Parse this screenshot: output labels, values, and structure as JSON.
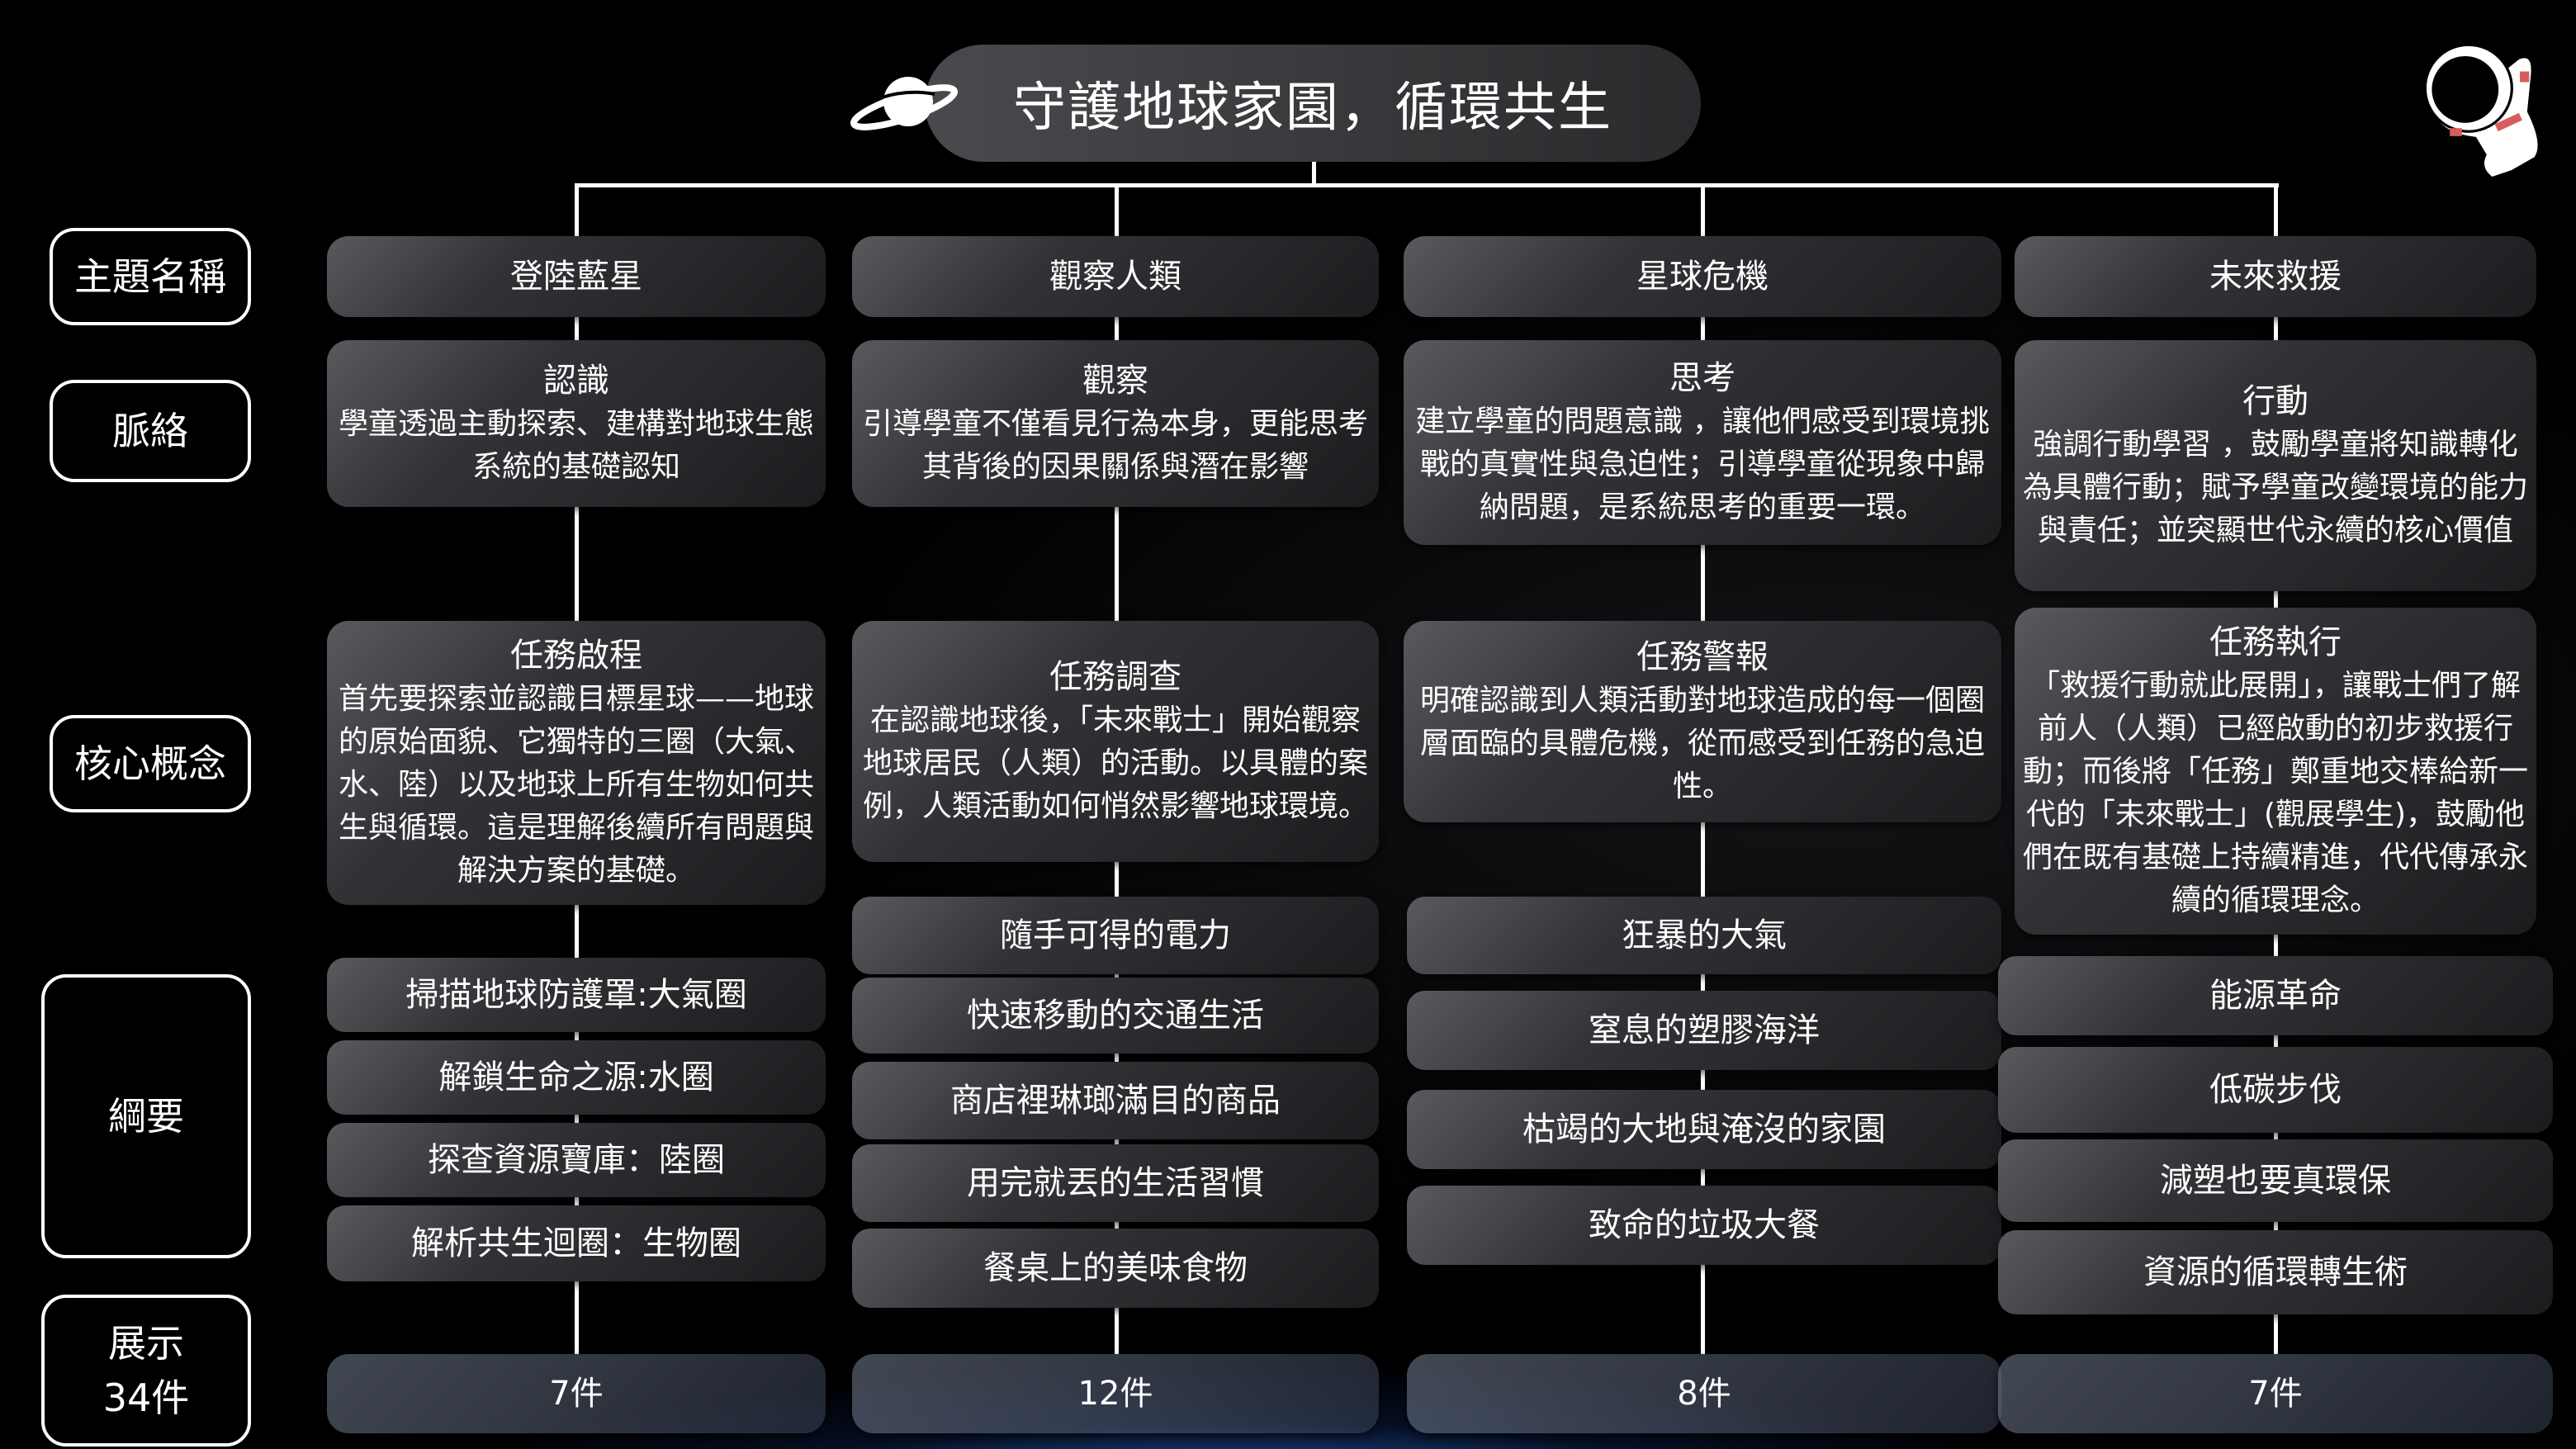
{
  "title": "守護地球家園，循環共生",
  "row_labels": {
    "theme": "主題名稱",
    "context": "脈絡",
    "core": "核心概念",
    "outline": "綱要",
    "display_line1": "展示",
    "display_line2": "34件"
  },
  "columns": [
    {
      "theme": "登陸藍星",
      "context_title": "認識",
      "context_text": "學童透過主動探索、建構對地球生態系統的基礎認知",
      "core_title": "任務啟程",
      "core_text": "首先要探索並認識目標星球——地球的原始面貌、它獨特的三圈（大氣、水、陸）以及地球上所有生物如何共生與循環。這是理解後續所有問題與解決方案的基礎。",
      "items": [
        "掃描地球防護罩:大氣圈",
        "解鎖生命之源:水圈",
        "探查資源寶庫：陸圈",
        "解析共生迴圈：生物圈"
      ],
      "count": "7件"
    },
    {
      "theme": "觀察人類",
      "context_title": "觀察",
      "context_text": "引導學童不僅看見行為本身，更能思考其背後的因果關係與潛在影響",
      "core_title": "任務調查",
      "core_text": "在認識地球後，「未來戰士」開始觀察地球居民（人類）的活動。以具體的案例，人類活動如何悄然影響地球環境。",
      "items": [
        "隨手可得的電力",
        "快速移動的交通生活",
        "商店裡琳瑯滿目的商品",
        "用完就丟的生活習慣",
        "餐桌上的美味食物"
      ],
      "count": "12件"
    },
    {
      "theme": "星球危機",
      "context_title": "思考",
      "context_text": "建立學童的問題意識 ，讓他們感受到環境挑戰的真實性與急迫性；引導學童從現象中歸納問題，是系統思考的重要一環。",
      "core_title": "任務警報",
      "core_text": "明確認識到人類活動對地球造成的每一個圈層面臨的具體危機，從而感受到任務的急迫性。",
      "items": [
        "狂暴的大氣",
        "窒息的塑膠海洋",
        "枯竭的大地與淹沒的家園",
        "致命的垃圾大餐"
      ],
      "count": "8件"
    },
    {
      "theme": "未來救援",
      "context_title": "行動",
      "context_text": "強調行動學習 ，鼓勵學童將知識轉化為具體行動；賦予學童改變環境的能力與責任；並突顯世代永續的核心價值",
      "core_title": "任務執行",
      "core_text": "「救援行動就此展開」，讓戰士們了解前人（人類）已經啟動的初步救援行動；而後將「任務」鄭重地交棒給新一代的「未來戰士」(觀展學生)，鼓勵他們在既有基礎上持續精進，代代傳承永續的循環理念。",
      "items": [
        "能源革命",
        "低碳步伐",
        "減塑也要真環保",
        "資源的循環轉生術"
      ],
      "count": "7件"
    }
  ],
  "icons": {
    "title": "planet-icon",
    "corner": "astronaut-icon"
  }
}
